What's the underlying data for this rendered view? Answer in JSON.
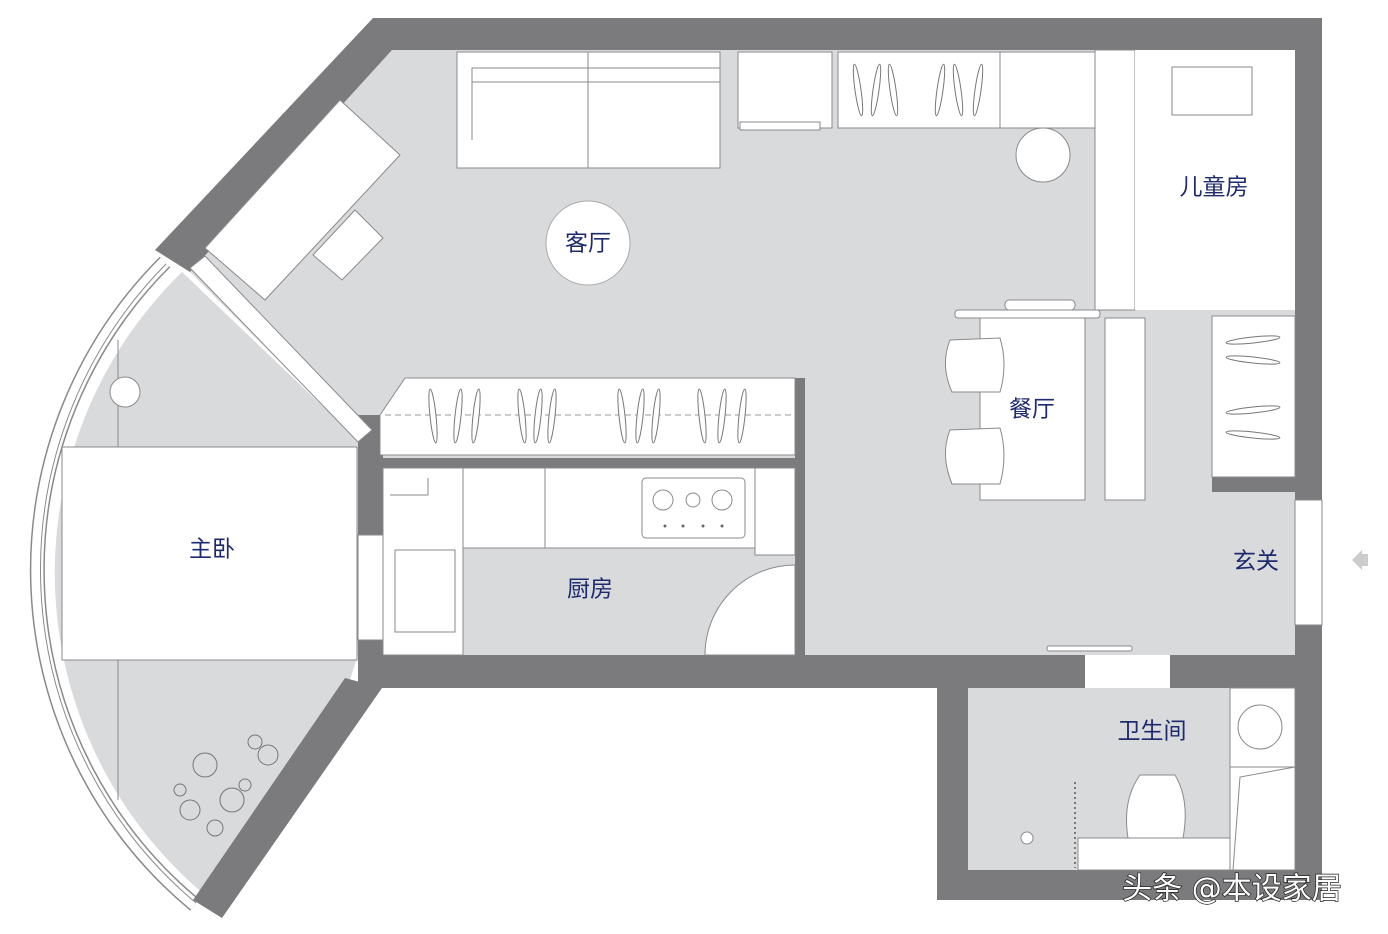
{
  "plan": {
    "rooms": {
      "living_room": "客厅",
      "kids_room": "儿童房",
      "dining_room": "餐厅",
      "master_bedroom": "主卧",
      "kitchen": "厨房",
      "entrance": "玄关",
      "bathroom": "卫生间"
    },
    "watermark": "头条 @本设家居"
  },
  "colors": {
    "wall": "#7b7b7d",
    "floor": "#d9dadc",
    "furniture": "#ffffff",
    "label": "#1e2a6e"
  },
  "icons": [
    "entrance-arrow-icon"
  ]
}
